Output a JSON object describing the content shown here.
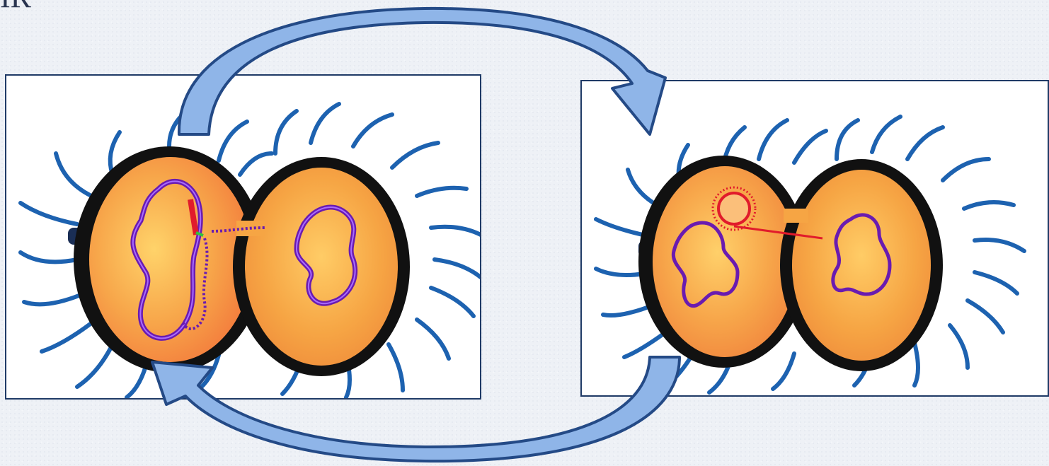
{
  "corner_text": "IR",
  "colors": {
    "background": "#eef1f6",
    "panel_border": "#1f3a66",
    "cell_fill": "#f5a743",
    "cell_wall": "#111111",
    "pili": "#1d62b0",
    "chromosome": "#6a1bb0",
    "plasmid": "#e11b2b",
    "arrow_fill": "#8fb5e8",
    "arrow_stroke": "#244a86"
  },
  "panels": [
    {
      "id": "left",
      "label": ""
    },
    {
      "id": "right",
      "label": ""
    }
  ]
}
